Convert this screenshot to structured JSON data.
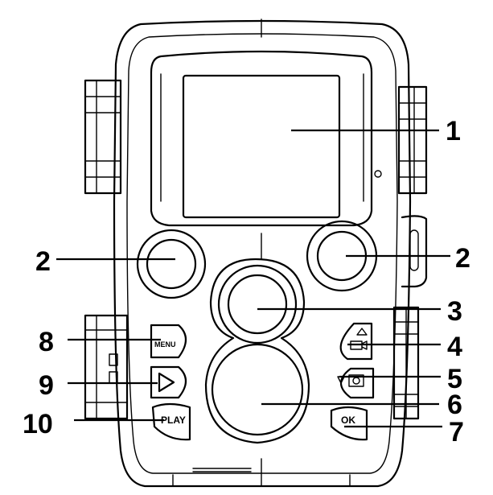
{
  "diagram": {
    "callouts": {
      "screen": "1",
      "ir_left": "2",
      "ir_right": "2",
      "lens": "3",
      "up_video": "4",
      "down_photo": "5",
      "pir_sensor": "6",
      "ok": "7",
      "menu": "8",
      "right_arrow": "9",
      "play": "10"
    },
    "buttons": {
      "menu_label": "MENU",
      "play_label": "PLAY",
      "ok_label": "OK"
    }
  }
}
